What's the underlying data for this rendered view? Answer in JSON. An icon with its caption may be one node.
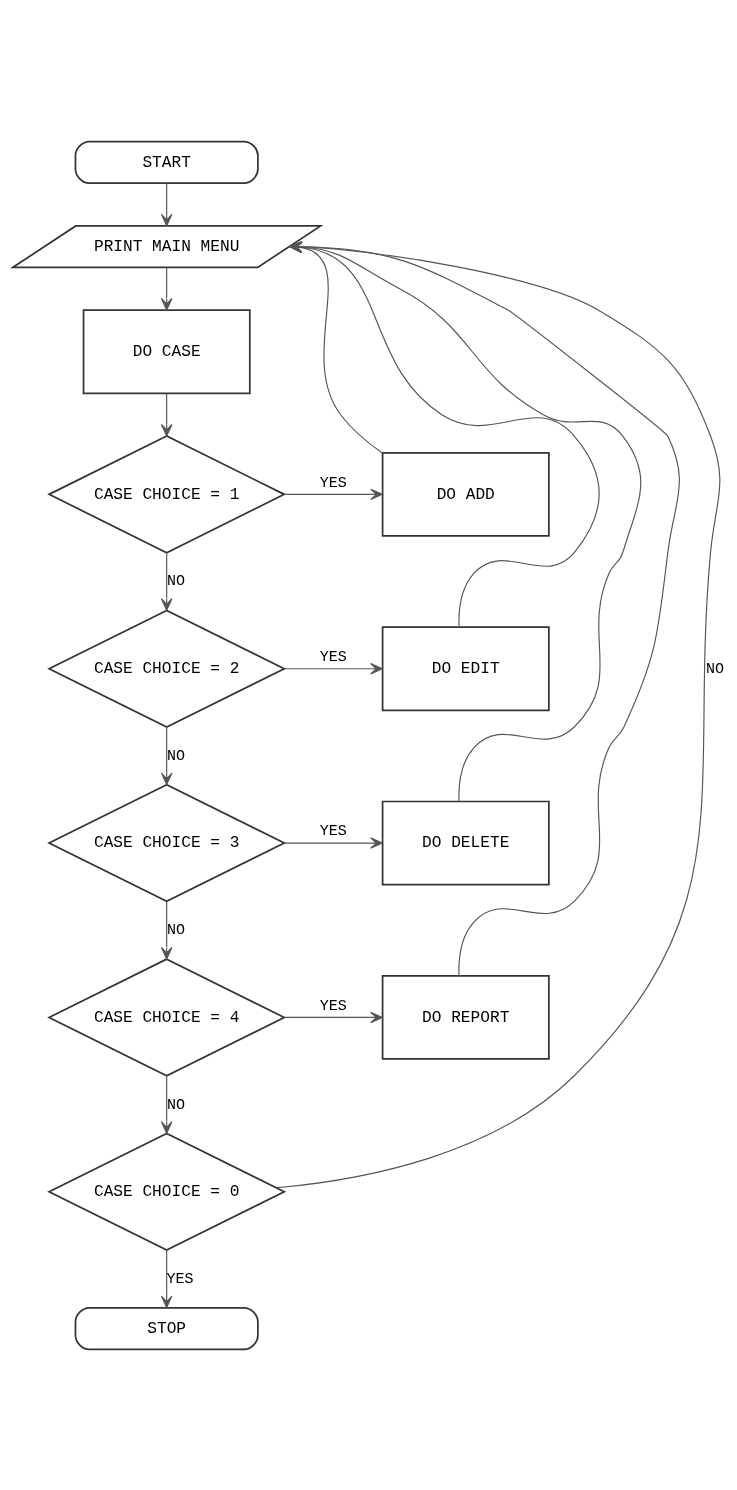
{
  "diagram": {
    "nodes": [
      {
        "text": [
          "START"
        ]
      },
      {
        "text": [
          "PRINT MAIN MENU"
        ]
      },
      {
        "text": [
          "DO CASE"
        ]
      },
      {
        "text": [
          "CASE CHOICE = 1"
        ]
      },
      {
        "text": [
          "DO ADD"
        ]
      },
      {
        "text": [
          "CASE CHOICE = 2"
        ]
      },
      {
        "text": [
          "DO EDIT"
        ]
      },
      {
        "text": [
          "CASE CHOICE = 3"
        ]
      },
      {
        "text": [
          "DO DELETE"
        ]
      },
      {
        "text": [
          "CASE CHOICE = 4"
        ]
      },
      {
        "text": [
          "DO REPORT"
        ]
      },
      {
        "text": [
          "CASE CHOICE = 0"
        ]
      },
      {
        "text": [
          "STOP"
        ]
      }
    ],
    "edges": [
      {
        "from": 0,
        "to": 1,
        "arrow": "to"
      },
      {
        "from": 1,
        "to": 2,
        "arrow": "to"
      },
      {
        "from": 2,
        "to": 3,
        "arrow": "to"
      },
      {
        "from": 3,
        "to": 4,
        "arrow": "to",
        "label": "YES"
      },
      {
        "from": 3,
        "to": 5,
        "arrow": "to",
        "label": "NO"
      },
      {
        "from": 5,
        "to": 6,
        "arrow": "to",
        "label": "YES"
      },
      {
        "from": 5,
        "to": 7,
        "arrow": "to",
        "label": "NO"
      },
      {
        "from": 7,
        "to": 8,
        "arrow": "to",
        "label": "YES"
      },
      {
        "from": 7,
        "to": 9,
        "arrow": "to",
        "label": "NO"
      },
      {
        "from": 9,
        "to": 10,
        "arrow": "to",
        "label": "YES"
      },
      {
        "from": 9,
        "to": 11,
        "arrow": "to",
        "label": "NO"
      },
      {
        "from": 11,
        "to": 12,
        "arrow": "to",
        "label": "YES"
      },
      {
        "from": 4,
        "to": 1,
        "arrow": "to"
      },
      {
        "from": 6,
        "to": 1,
        "arrow": "to"
      },
      {
        "from": 8,
        "to": 1,
        "arrow": "to"
      },
      {
        "from": 10,
        "to": 1,
        "arrow": "to"
      },
      {
        "from": 11,
        "to": 1,
        "arrow": "to",
        "label": "NO"
      }
    ]
  }
}
